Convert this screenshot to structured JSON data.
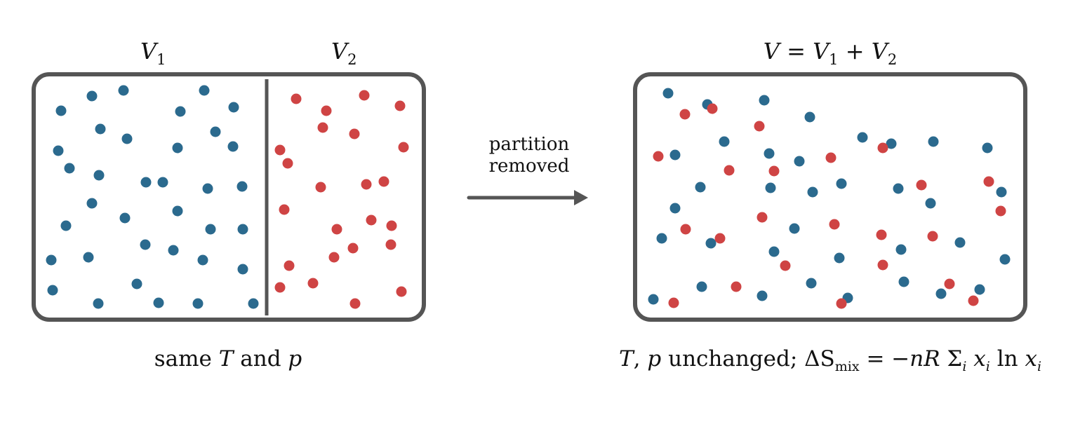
{
  "colors": {
    "species_a": "#2b6a8e",
    "species_b": "#cf4444",
    "container": "#555555"
  },
  "before": {
    "label_v1_main": "V",
    "label_v1_sub": "1",
    "label_v2_main": "V",
    "label_v2_sub": "2",
    "caption_pre": "same ",
    "caption_t": "T",
    "caption_mid": " and ",
    "caption_p": "p"
  },
  "process": {
    "line1": "partition",
    "line2": "removed"
  },
  "after": {
    "title_v": "V",
    "title_eq": " = ",
    "title_v1": "V",
    "title_v1_sub": "1",
    "title_plus": " + ",
    "title_v2": "V",
    "title_v2_sub": "2",
    "cap_t": "T",
    "cap_comma": ", ",
    "cap_p": "p",
    "cap_unchanged": " unchanged; ",
    "cap_delta": "ΔS",
    "cap_mix": "mix",
    "cap_eq": " = −",
    "cap_nr": "nR",
    "cap_sum": " Σ",
    "cap_i1": "i",
    "cap_x1": " x",
    "cap_i2": "i",
    "cap_ln": " ln ",
    "cap_x2": "x",
    "cap_i3": "i"
  }
}
